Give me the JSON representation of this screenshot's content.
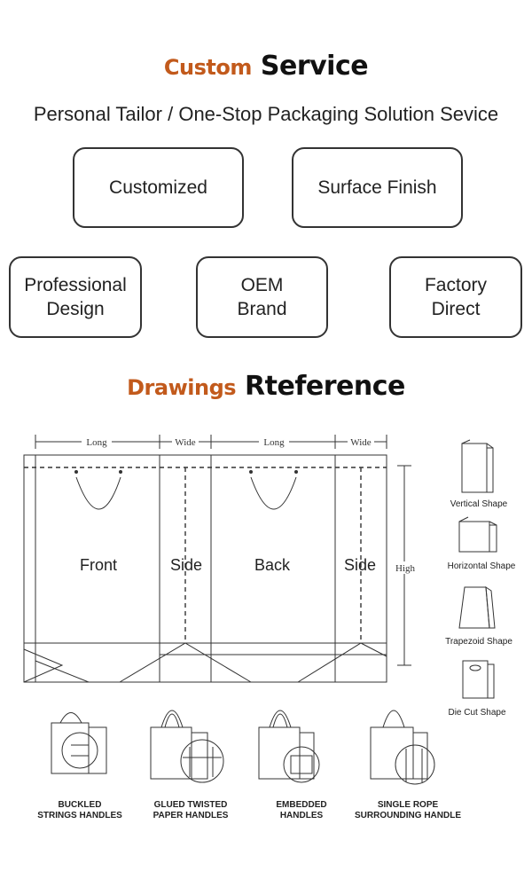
{
  "custom_service": {
    "accent": "Custom",
    "main": "Service",
    "subtitle": "Personal Tailor / One-Stop Packaging Solution Sevice",
    "boxes": [
      "Customized",
      "Surface Finish",
      "Professional\nDesign",
      "OEM\nBrand",
      "Factory\nDirect"
    ]
  },
  "drawings": {
    "accent": "Drawings",
    "main": "Rteference",
    "dims": {
      "long1": "Long",
      "wide1": "Wide",
      "long2": "Long",
      "wide2": "Wide",
      "high": "High"
    },
    "panels": [
      "Front",
      "Side",
      "Back",
      "Side"
    ],
    "shapes": [
      "Vertical Shape",
      "Horizontal Shape",
      "Trapezoid Shape",
      "Die Cut Shape"
    ],
    "handles": [
      {
        "line1": "BUCKLED",
        "line2": "STRINGS HANDLES"
      },
      {
        "line1": "GLUED TWISTED",
        "line2": "PAPER HANDLES"
      },
      {
        "line1": "EMBEDDED",
        "line2": "HANDLES"
      },
      {
        "line1": "SINGLE ROPE",
        "line2": "SURROUNDING HANDLE"
      }
    ]
  },
  "colors": {
    "accent": "#c25a1c",
    "text": "#111111",
    "line": "#333333"
  }
}
